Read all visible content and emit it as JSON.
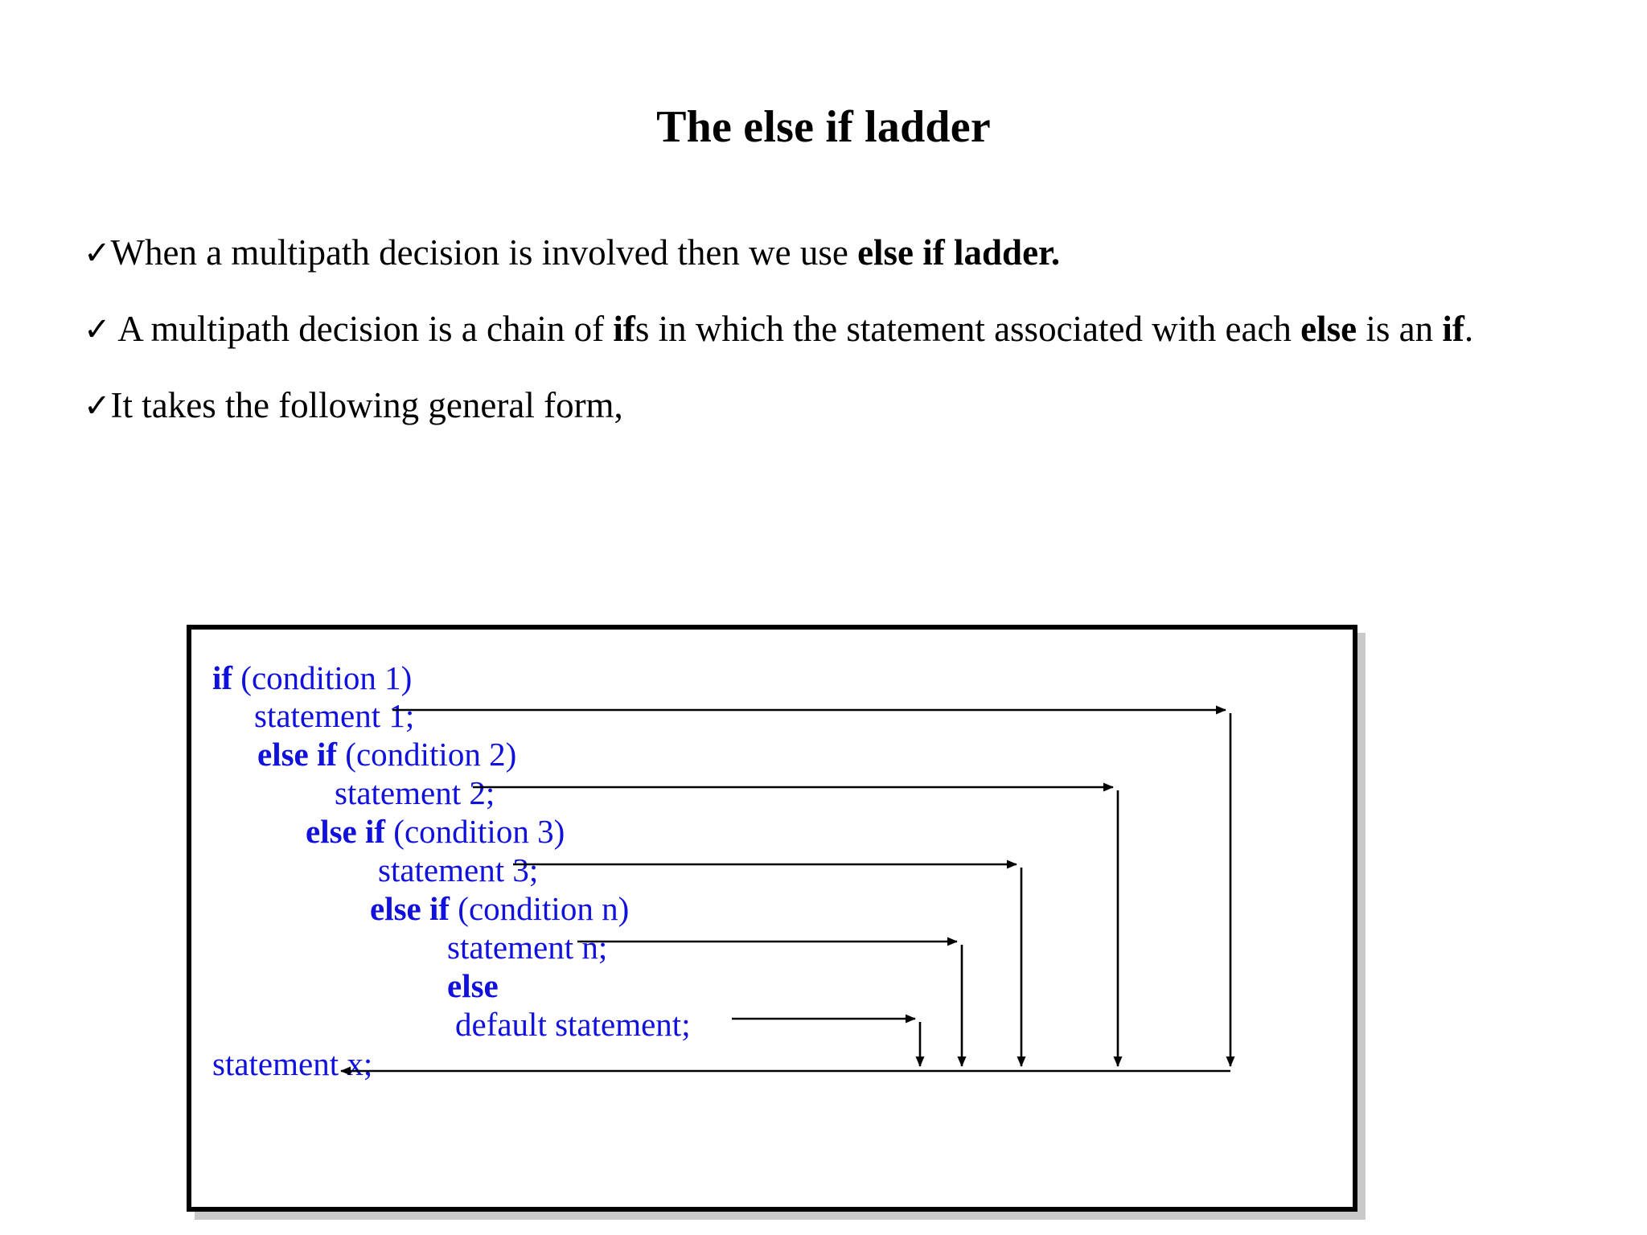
{
  "slide": {
    "title": "The else if ladder",
    "background_color": "#ffffff",
    "text_color": "#000000",
    "code_color": "#1111dd"
  },
  "bullets": [
    {
      "marker": "✓",
      "segments": [
        {
          "text": "When a multipath decision is involved then we use ",
          "bold": false
        },
        {
          "text": "else if ladder.",
          "bold": true
        }
      ],
      "plain": "When a multipath decision is involved then we use else if ladder."
    },
    {
      "marker": "✓",
      "segments": [
        {
          "text": " A multipath decision is a chain of ",
          "bold": false
        },
        {
          "text": "if",
          "bold": true
        },
        {
          "text": "s in which the statement associated with each ",
          "bold": false
        },
        {
          "text": "else",
          "bold": true
        },
        {
          "text": " is an ",
          "bold": false
        },
        {
          "text": "if",
          "bold": true
        },
        {
          "text": ".",
          "bold": false
        }
      ],
      "plain": "A multipath decision is a chain of ifs in which the statement associated with each else is an if."
    },
    {
      "marker": "✓",
      "segments": [
        {
          "text": "It takes the following general form,",
          "bold": false
        }
      ],
      "plain": "It takes the following general form,"
    }
  ],
  "code_box": {
    "border_color": "#000000",
    "shadow_color": "#bfbfbf",
    "lines": [
      {
        "id": "if-condition-1",
        "keyword": "if",
        "rest": " (condition 1)",
        "indent": 0
      },
      {
        "id": "statement-1",
        "keyword": "",
        "rest": "statement 1;",
        "indent": 1
      },
      {
        "id": "else-if-condition-2",
        "keyword": "else if",
        "rest": " (condition 2)",
        "indent": 2
      },
      {
        "id": "statement-2",
        "keyword": "",
        "rest": "statement 2;",
        "indent": 3
      },
      {
        "id": "else-if-condition-3",
        "keyword": "else if",
        "rest": " (condition 3)",
        "indent": 4
      },
      {
        "id": "statement-3",
        "keyword": "",
        "rest": "statement 3;",
        "indent": 5
      },
      {
        "id": "else-if-condition-n",
        "keyword": "else if",
        "rest": " (condition n)",
        "indent": 6
      },
      {
        "id": "statement-n",
        "keyword": "",
        "rest": "statement n;",
        "indent": 7
      },
      {
        "id": "else",
        "keyword": "else",
        "rest": "",
        "indent": 8
      },
      {
        "id": "default-statement",
        "keyword": "",
        "rest": "default statement;",
        "indent": 9
      },
      {
        "id": "statement-x",
        "keyword": "",
        "rest": "statement x;",
        "indent": 10
      }
    ],
    "flow_arrows": [
      {
        "from": "statement-1",
        "to": "statement-x"
      },
      {
        "from": "statement-2",
        "to": "statement-x"
      },
      {
        "from": "statement-3",
        "to": "statement-x"
      },
      {
        "from": "statement-n",
        "to": "statement-x"
      },
      {
        "from": "default-statement",
        "to": "statement-x"
      }
    ]
  }
}
